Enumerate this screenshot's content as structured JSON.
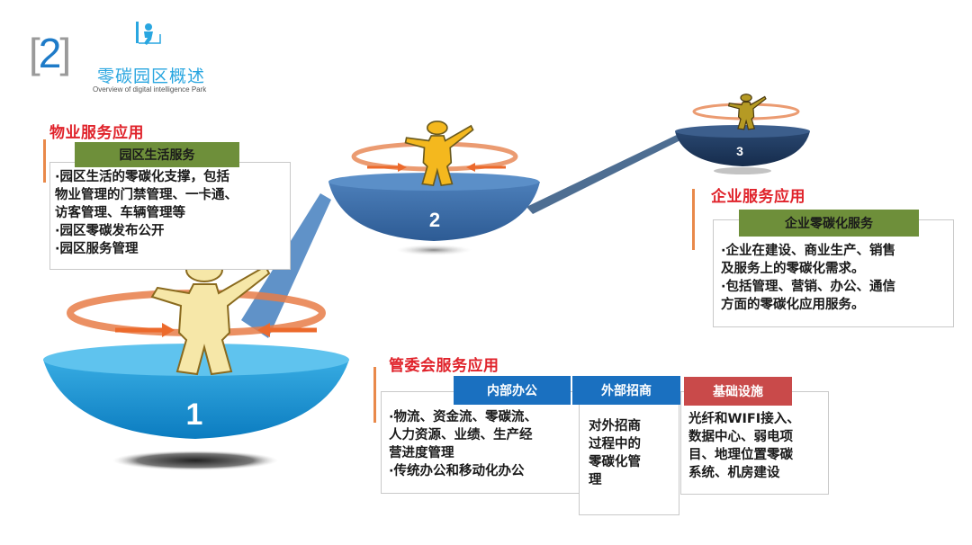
{
  "header": {
    "section_number": "2",
    "title": "零碳园区概述",
    "subtitle": "Overview of digital intelligence Park",
    "icon": "person-at-desk-icon"
  },
  "colors": {
    "accent_blue": "#29a6e0",
    "section_red": "#e0232b",
    "bar_orange": "#e9894a",
    "tag_green": "#6e8f3a",
    "tag_blue": "#1a70c0",
    "tag_red": "#c94a4a",
    "platform1": "#2a9ad6",
    "platform2": "#3d6ea8",
    "platform3": "#1c3558"
  },
  "platforms": [
    {
      "number": "1",
      "icon": "person-figure-icon"
    },
    {
      "number": "2",
      "icon": "person-figure-icon"
    },
    {
      "number": "3",
      "icon": "person-figure-icon"
    }
  ],
  "property_services": {
    "title": "物业服务应用",
    "tag": "园区生活服务",
    "lines": [
      "·园区生活的零碳化支撑，包括",
      "物业管理的门禁管理、一卡通、",
      "访客管理、车辆管理等",
      "·园区零碳发布公开",
      "·园区服务管理"
    ]
  },
  "enterprise_services": {
    "title": "企业服务应用",
    "tag": "企业零碳化服务",
    "lines": [
      "·企业在建设、商业生产、销售",
      "及服务上的零碳化需求。",
      "·包括管理、营销、办公、通信",
      "方面的零碳化应用服务。"
    ]
  },
  "committee_services": {
    "title": "管委会服务应用",
    "columns": [
      {
        "tag": "内部办公",
        "lines": [
          "·物流、资金流、零碳流、",
          "人力资源、业绩、生产经",
          "营进度管理",
          "·传统办公和移动化办公"
        ]
      },
      {
        "tag": "外部招商",
        "lines": [
          "对外招商",
          "过程中的",
          "零碳化管",
          "理"
        ]
      },
      {
        "tag": "基础设施",
        "lines": [
          "光纤和WIFI接入、",
          "数据中心、弱电项",
          "目、地理位置零碳",
          "系统、机房建设"
        ]
      }
    ]
  }
}
